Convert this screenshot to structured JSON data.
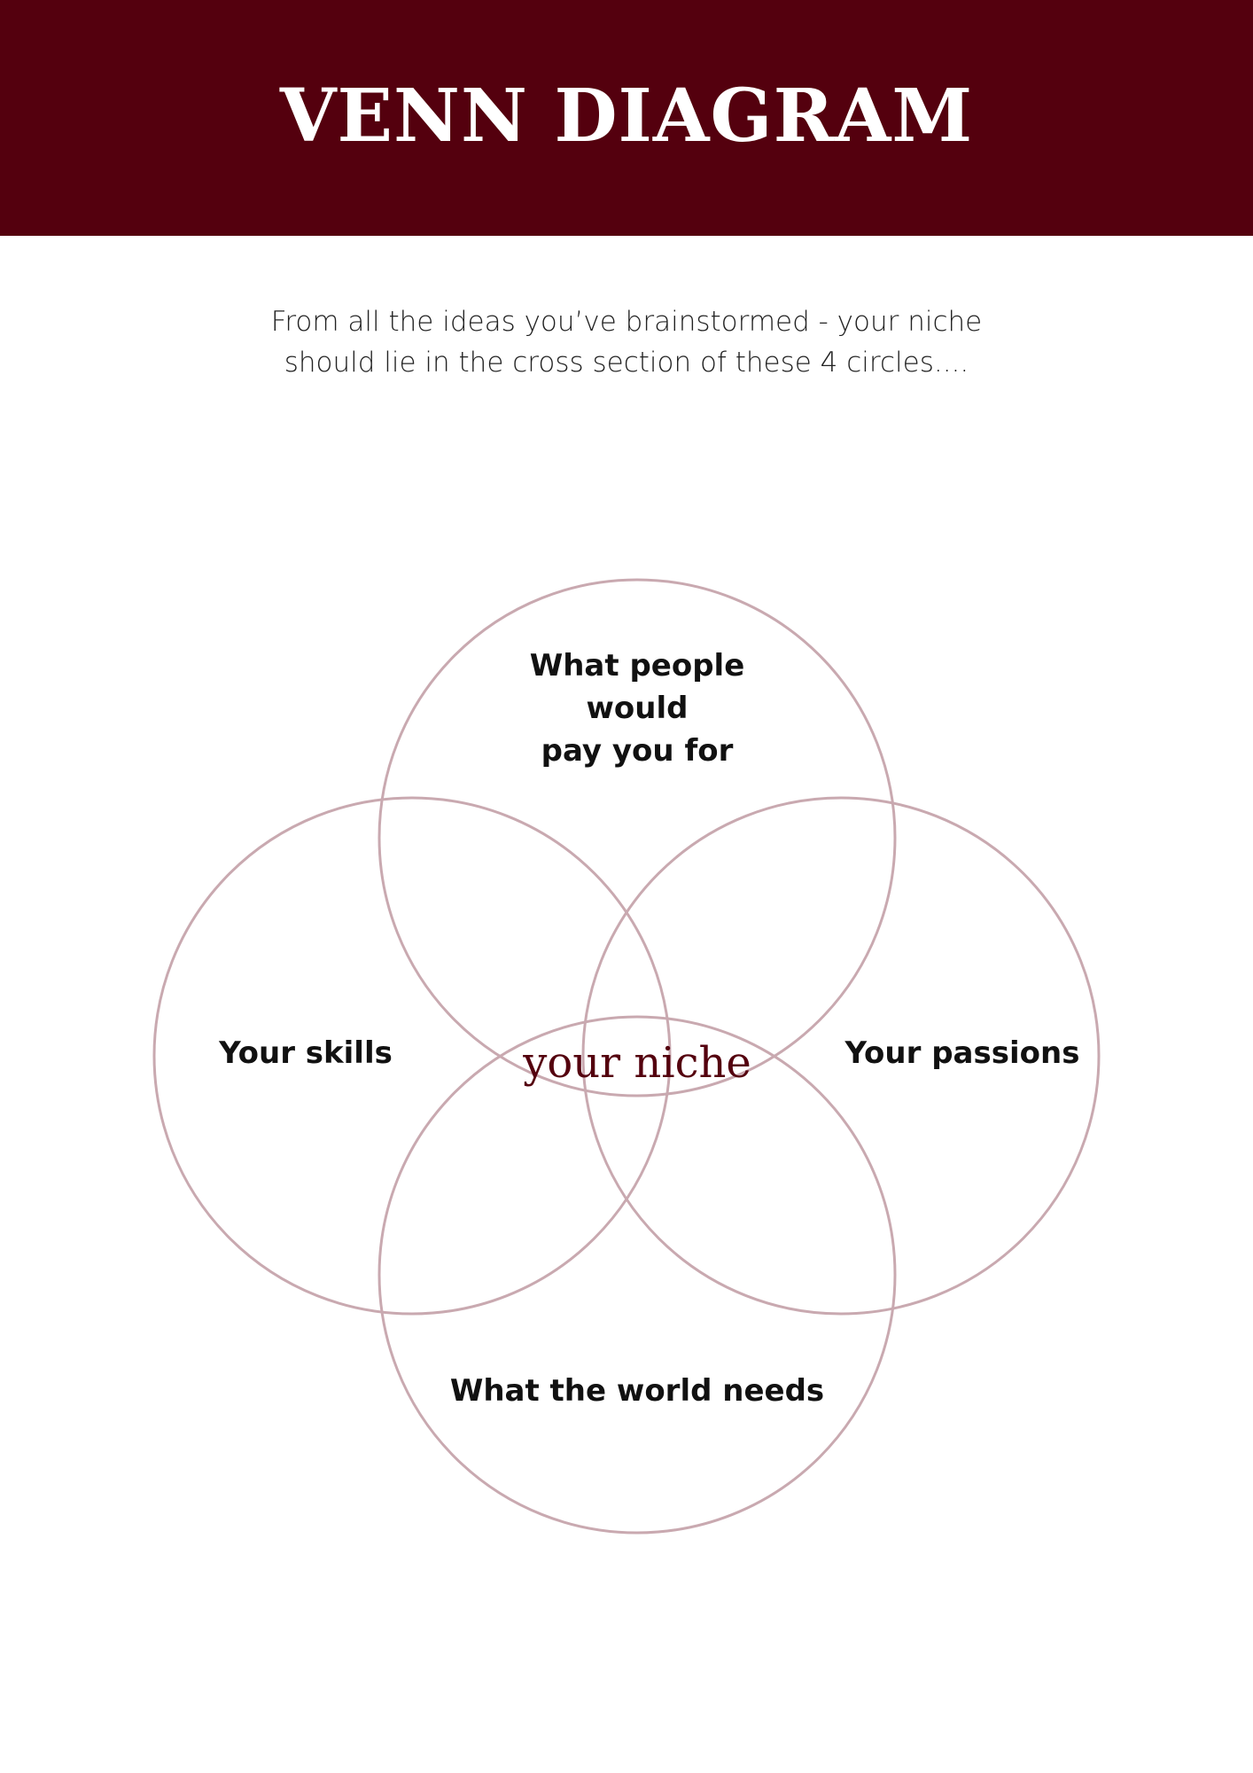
{
  "header": {
    "title": "VENN DIAGRAM"
  },
  "intro": {
    "line1": "From all the ideas you’ve brainstormed - your niche",
    "line2": "should lie in the cross section of these 4 circles...."
  },
  "circles": {
    "top": {
      "line1": "What people",
      "line2": "would",
      "line3": "pay you for"
    },
    "left": "Your skills",
    "right": "Your passions",
    "bottom": "What the world needs"
  },
  "center_label": "your niche",
  "colors": {
    "brand": "#54000e",
    "circle_stroke": "#c9a9b0"
  }
}
